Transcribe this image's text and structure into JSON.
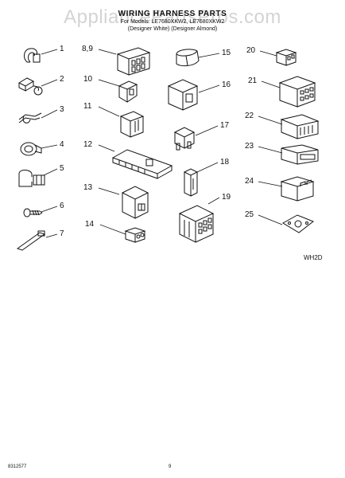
{
  "header": {
    "title": "WIRING HARNESS PARTS",
    "line1": "For Models: LE7680XKW2, LE7680XKW2",
    "line2": "(Designer White) (Designer Almond)"
  },
  "watermark": "AppliancePartsPros.com",
  "callouts": [
    "1",
    "2",
    "3",
    "4",
    "5",
    "6",
    "7",
    "8,9",
    "10",
    "11",
    "12",
    "13",
    "14",
    "15",
    "16",
    "17",
    "18",
    "19",
    "20",
    "21",
    "22",
    "23",
    "24",
    "25"
  ],
  "diagram_code": "WH2D",
  "footer": {
    "left": "8312577",
    "center": "9"
  },
  "colors": {
    "ink": "#111111",
    "watermark": "#8c8c8c"
  }
}
